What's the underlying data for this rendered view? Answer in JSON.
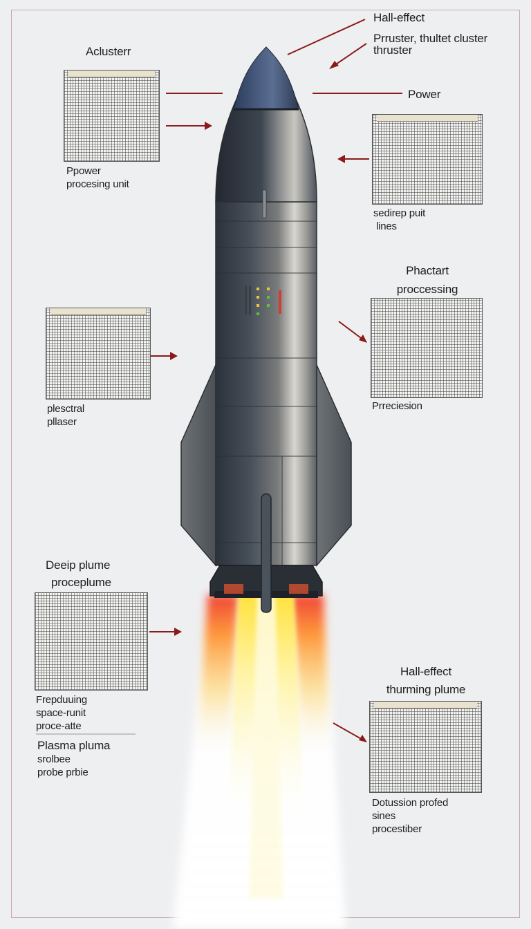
{
  "labels": {
    "top_right_1": "Hall-effect",
    "top_right_2": "Prruster, thultet cluster",
    "top_right_3": "thruster",
    "top_left": "Aclusterr",
    "power": "Power",
    "ppu_1": "Ppower",
    "ppu_2": "procesing unit",
    "right1_1": "sedirep puit",
    "right1_2": "lines",
    "right2_1": "Phactart",
    "right2_2": "proccessing",
    "right2_3": "Prreciesion",
    "left2_1": "plesctral",
    "left2_2": "pllaser",
    "left3_1": "Deeip plume",
    "left3_2": "proceplume",
    "left3_3": "Frepduuing",
    "left3_4": "space-runit",
    "left3_5": "proce-atte",
    "left4_1": "Plasma pluma",
    "left4_2": "srolbee",
    "left4_3": "probe prbie",
    "right3_1": "Hall-effect",
    "right3_2": "thurming plume",
    "right3_3": "Dotussion profed",
    "right3_4": "sines",
    "right3_5": "procestiber"
  },
  "colors": {
    "arrow": "#8b1a1a",
    "hull_dark": "#3a414c",
    "hull_light": "#c4c6c4",
    "flame_core": "#fff7c0",
    "flame_orange": "#ff8a1e",
    "flame_red": "#ef3a2a",
    "indicator_green": "#59c43a",
    "indicator_yellow": "#e9c73c",
    "indicator_red": "#d43d36"
  }
}
